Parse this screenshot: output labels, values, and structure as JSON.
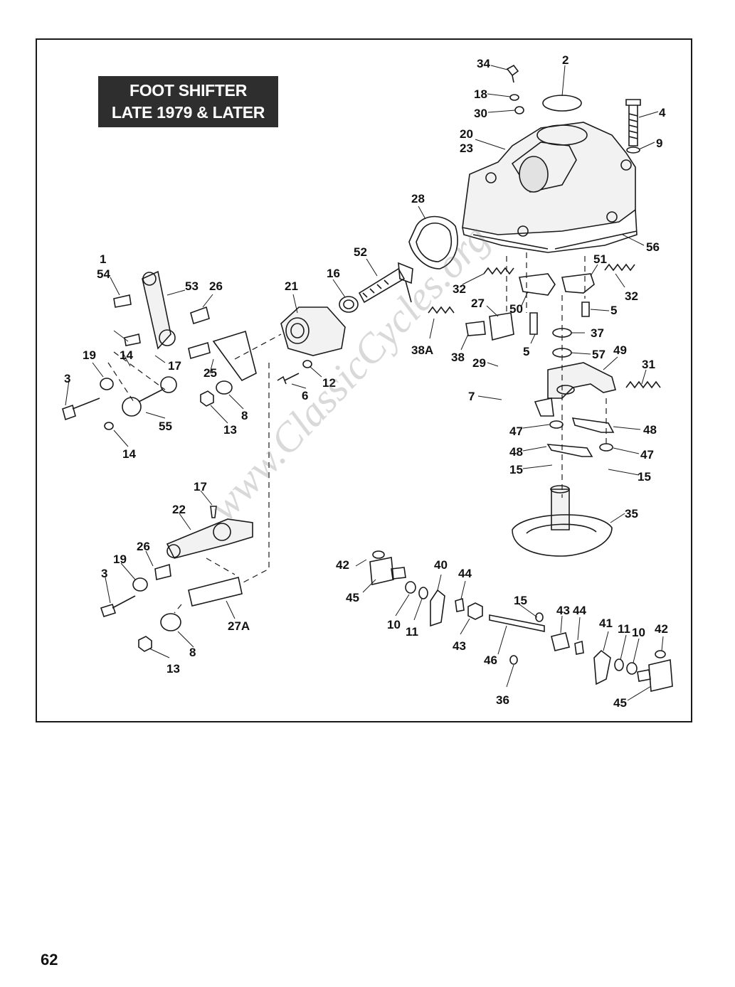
{
  "title": {
    "line1": "FOOT SHIFTER",
    "line2": "LATE 1979 & LATER"
  },
  "watermark": "www.ClassicCycles.org",
  "page_number": "62",
  "callouts": [
    "34",
    "2",
    "18",
    "30",
    "4",
    "9",
    "20",
    "23",
    "28",
    "56",
    "52",
    "16",
    "21",
    "1",
    "54",
    "53",
    "26",
    "32",
    "51",
    "32",
    "27",
    "50",
    "5",
    "38A",
    "38",
    "5",
    "37",
    "57",
    "49",
    "29",
    "31",
    "7",
    "47",
    "48",
    "48",
    "47",
    "15",
    "15",
    "35",
    "19",
    "14",
    "17",
    "25",
    "3",
    "55",
    "13",
    "8",
    "6",
    "12",
    "14",
    "17",
    "22",
    "26",
    "19",
    "3",
    "27A",
    "8",
    "13",
    "42",
    "40",
    "44",
    "45",
    "10",
    "11",
    "43",
    "15",
    "43",
    "44",
    "46",
    "36",
    "41",
    "11",
    "10",
    "42",
    "45"
  ]
}
